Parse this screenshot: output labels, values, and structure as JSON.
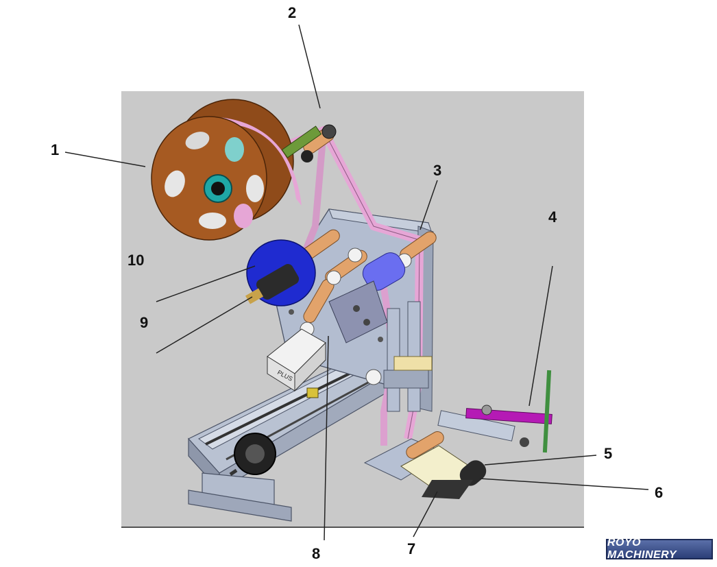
{
  "diagram": {
    "callouts": [
      {
        "id": "1",
        "label": "1"
      },
      {
        "id": "2",
        "label": "2"
      },
      {
        "id": "3",
        "label": "3"
      },
      {
        "id": "4",
        "label": "4"
      },
      {
        "id": "5",
        "label": "5"
      },
      {
        "id": "6",
        "label": "6"
      },
      {
        "id": "7",
        "label": "7"
      },
      {
        "id": "8",
        "label": "8"
      },
      {
        "id": "9",
        "label": "9"
      },
      {
        "id": "10",
        "label": "10"
      }
    ],
    "motor_label": "PLUS"
  },
  "watermark": {
    "text": "ROYO MACHINERY"
  },
  "colors": {
    "background_panel": "#c9c9c9",
    "label_reel": "#a65a22",
    "label_tape": "#e6a6d6",
    "rollers": "#e2a36b",
    "frame": "#9ea8bb",
    "motor_disk": "#1f2bd0",
    "lever_arm": "#b51ab5",
    "brand_bg": "#3b4f8f"
  }
}
